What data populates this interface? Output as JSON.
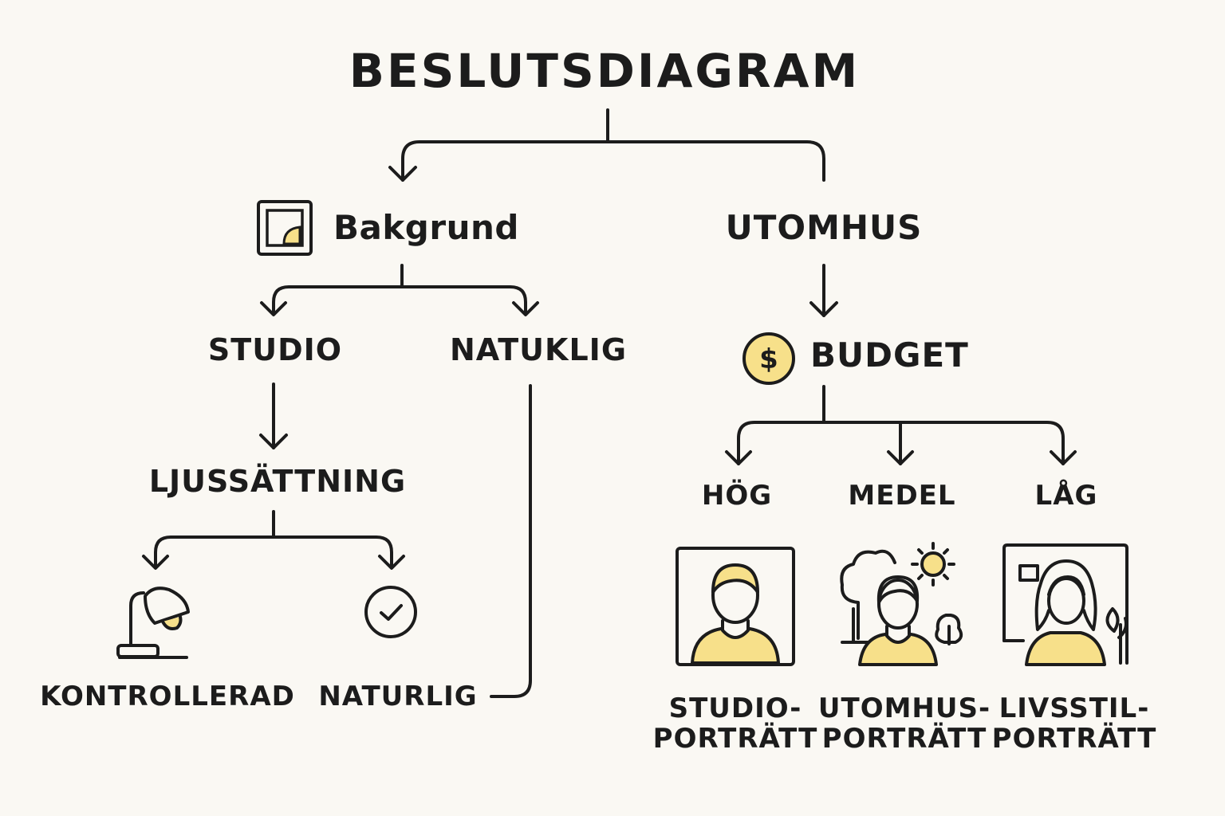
{
  "title": "BESLUTSDIAGRAM",
  "nodes": {
    "bakgrund": "Bakgrund",
    "utomhus": "UTOMHUS",
    "studio": "STUDIO",
    "naturlig_branch": "NATUKLIG",
    "ljussattning": "LJUSSÄTTNING",
    "kontrollerad": "KONTROLLERAD",
    "naturlig": "NATURLIG",
    "budget": "BUDGET",
    "hog": "HÖG",
    "medel": "MEDEL",
    "lag": "LÅG"
  },
  "outcomes": {
    "studio": {
      "line1": "STUDIO-",
      "line2": "PORTRÄTT"
    },
    "utomhus": {
      "line1": "UTOMHUS-",
      "line2": "PORTRÄTT"
    },
    "livsstil": {
      "line1": "LIVSSTIL-",
      "line2": "PORTRÄTT"
    }
  },
  "icons": {
    "bakgrund": "picture-frame-icon",
    "budget": "dollar-coin-icon",
    "kontrollerad": "desk-lamp-icon",
    "naturlig": "check-circle-icon",
    "studio_portratt": "studio-portrait-icon",
    "utomhus_portratt": "outdoor-portrait-icon",
    "livsstil_portratt": "lifestyle-portrait-icon"
  },
  "colors": {
    "background": "#faf8f3",
    "ink": "#1c1c1c",
    "accent": "#f7e08a"
  }
}
